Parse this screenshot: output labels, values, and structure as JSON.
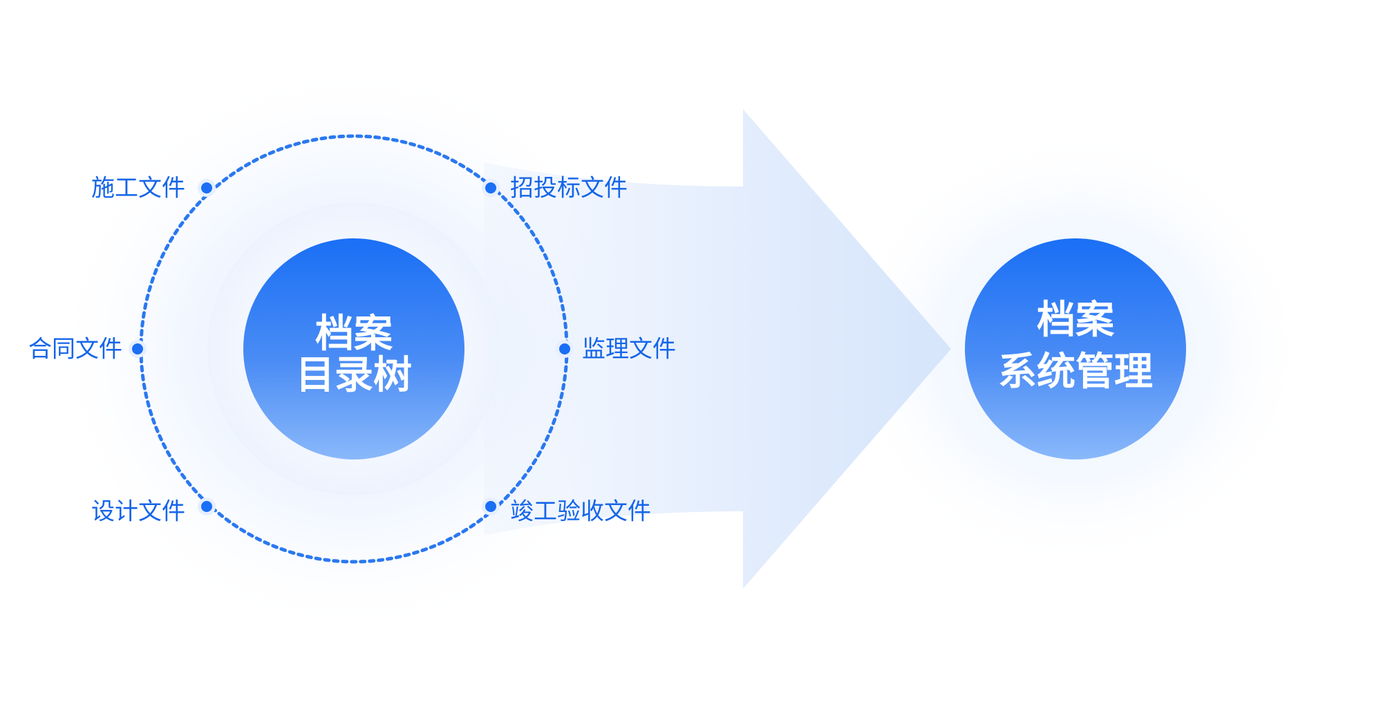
{
  "source_node": {
    "line1": "档案",
    "line2": "目录树"
  },
  "target_node": {
    "line1": "档案",
    "line2": "系统管理"
  },
  "file_types": [
    {
      "id": "construction",
      "label": "施工文件"
    },
    {
      "id": "bidding",
      "label": "招投标文件"
    },
    {
      "id": "contract",
      "label": "合同文件"
    },
    {
      "id": "supervision",
      "label": "监理文件"
    },
    {
      "id": "design",
      "label": "设计文件"
    },
    {
      "id": "acceptance",
      "label": "竣工验收文件"
    }
  ],
  "colors": {
    "accent": "#1a6ff5",
    "label": "#1565e8",
    "arrow": "#dce9fc",
    "ring": "#2a78f0"
  }
}
